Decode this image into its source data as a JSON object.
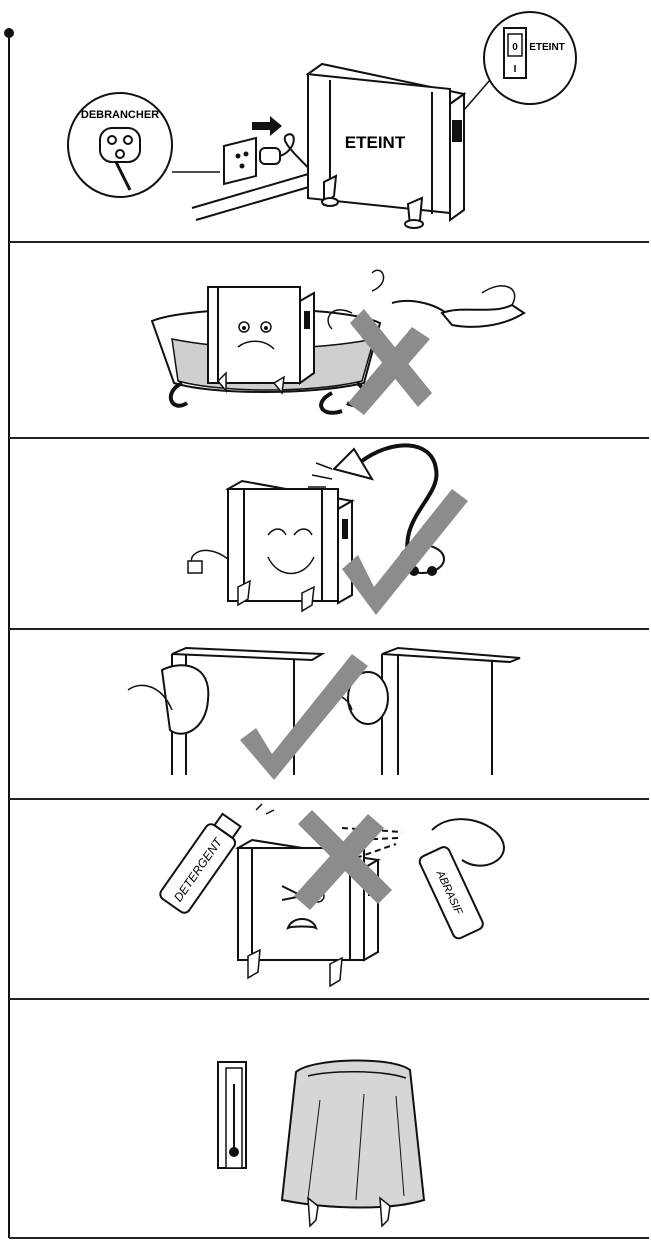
{
  "steps": [
    {
      "label_unplug": "DEBRANCHER",
      "label_switch": "ETEINT",
      "label_heater_front": "ETEINT",
      "status_mark": "none"
    },
    {
      "status_mark": "cross"
    },
    {
      "status_mark": "check"
    },
    {
      "status_mark": "check"
    },
    {
      "label_detergent": "DETERGENT",
      "label_abrasive": "ABRASIF",
      "status_mark": "cross"
    },
    {
      "status_mark": "none"
    }
  ],
  "colors": {
    "line": "#111111",
    "mark": "#8c8c8c",
    "water": "#cfcfcf",
    "cover": "#d6d6d6"
  }
}
